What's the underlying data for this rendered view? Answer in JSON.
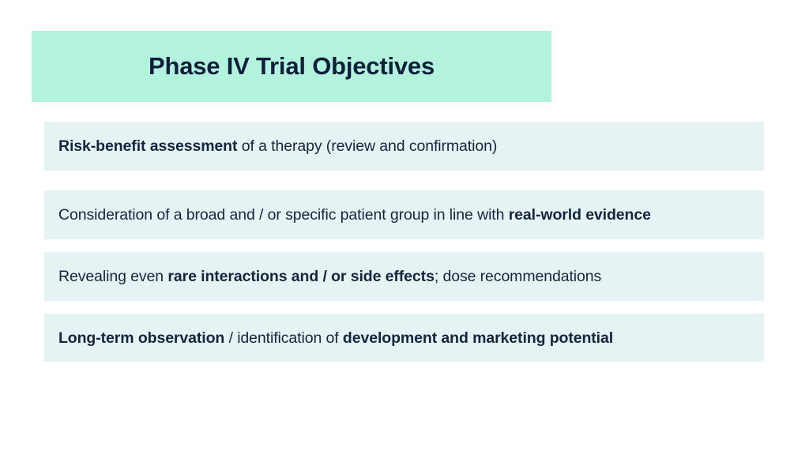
{
  "slide": {
    "title": "Phase IV Trial Objectives",
    "colors": {
      "title_band_bg": "#b3f2dc",
      "row_bg": "#e6f3f3",
      "text": "#16253f",
      "title_text": "#0e1f3c",
      "page_bg": "#ffffff"
    },
    "objectives": [
      {
        "id": "risk-benefit-assessment",
        "full_text": "Risk-benefit assessment of a therapy (review and confirmation)",
        "segments": [
          {
            "text": "Risk-benefit assessment",
            "bold": true
          },
          {
            "text": " of a therapy (review and confirmation)",
            "bold": false
          }
        ],
        "align": "left"
      },
      {
        "id": "broad-specific-patient-group",
        "full_text": "Consideration of a broad and / or specific patient group in line with real-world evidence",
        "segments": [
          {
            "text": "Consideration of a broad and / or specific patient group in line with ",
            "bold": false
          },
          {
            "text": "real-world evidence",
            "bold": true
          }
        ],
        "align": "left"
      },
      {
        "id": "rare-interactions-side-effects",
        "full_text": "Revealing even rare interactions and / or side effects; dose recommendations",
        "segments": [
          {
            "text": "Revealing even ",
            "bold": false
          },
          {
            "text": "rare interactions and / or side effects",
            "bold": true
          },
          {
            "text": "; dose recommendations",
            "bold": false
          }
        ],
        "align": "left"
      },
      {
        "id": "long-term-observation",
        "full_text": "Long-term observation / identification of development and marketing potential",
        "segments": [
          {
            "text": "Long-term observation",
            "bold": true
          },
          {
            "text": " / identification of ",
            "bold": false
          },
          {
            "text": "development and marketing potential",
            "bold": true
          }
        ],
        "align": "justify"
      }
    ]
  }
}
